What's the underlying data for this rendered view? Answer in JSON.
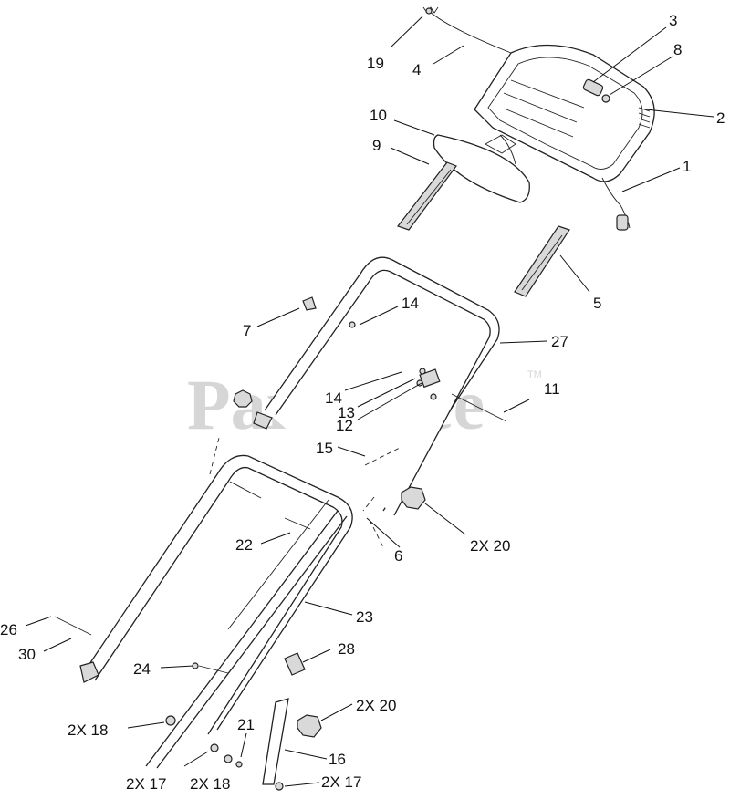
{
  "watermark": {
    "text": "PartsTree",
    "trademark": "TM"
  },
  "callouts": {
    "c1": "1",
    "c2": "2",
    "c3": "3",
    "c4": "4",
    "c5": "5",
    "c6": "6",
    "c7": "7",
    "c8": "8",
    "c9": "9",
    "c10": "10",
    "c11": "11",
    "c12": "12",
    "c13": "13",
    "c14a": "14",
    "c14b": "14",
    "c15": "15",
    "c16": "16",
    "c17a": "2X 17",
    "c17b": "2X 17",
    "c18a": "2X 18",
    "c18b": "2X 18",
    "c19": "19",
    "c20a": "2X 20",
    "c20b": "2X 20",
    "c21": "21",
    "c22": "22",
    "c23": "23",
    "c24": "24",
    "c26": "26",
    "c27": "27",
    "c28": "28",
    "c30": "30"
  }
}
